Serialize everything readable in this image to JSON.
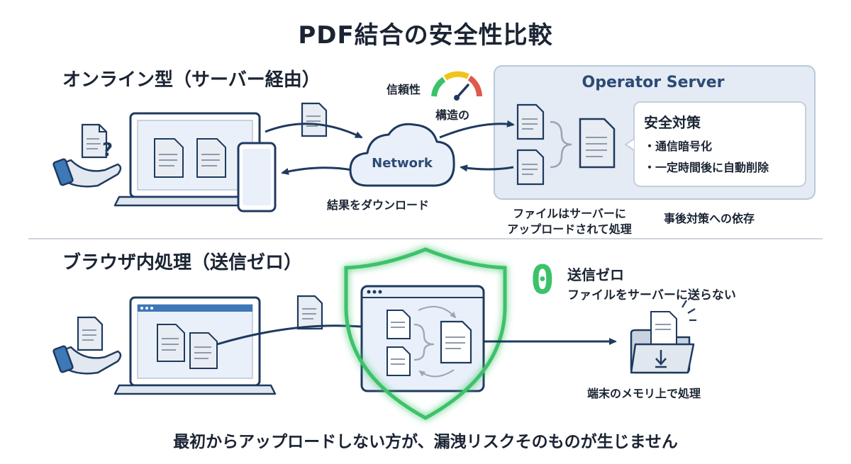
{
  "title": "PDF結合の安全性比較",
  "online": {
    "heading": "オンライン型（サーバー経由）",
    "trust_label": "信頼性",
    "structure_label": "構造の",
    "network_label": "Network",
    "download_label": "結果をダウンロード",
    "server_title": "Operator Server",
    "safety_title": "安全対策",
    "safety_items": [
      "・通信暗号化",
      "・一定時間後に自動削除"
    ],
    "upload_note_line1": "ファイルはサーバーに",
    "upload_note_line2": "アップロードされて処理",
    "dependency_note": "事後対策への依存"
  },
  "browser": {
    "heading": "ブラウザ内処理（送信ゼロ）",
    "zero_digit": "0",
    "zero_title": "送信ゼロ",
    "zero_sub": "ファイルをサーバーに送らない",
    "memory_note": "端末のメモリ上で処理"
  },
  "footer": "最初からアップロードしない方が、漏洩リスクそのものが生じません",
  "colors": {
    "navy": "#1f3a5f",
    "doc_fill": "#e8edf3",
    "screen": "#e9f0f9",
    "shield": "#3cc26a",
    "server_bg": "#e4ebf4"
  }
}
